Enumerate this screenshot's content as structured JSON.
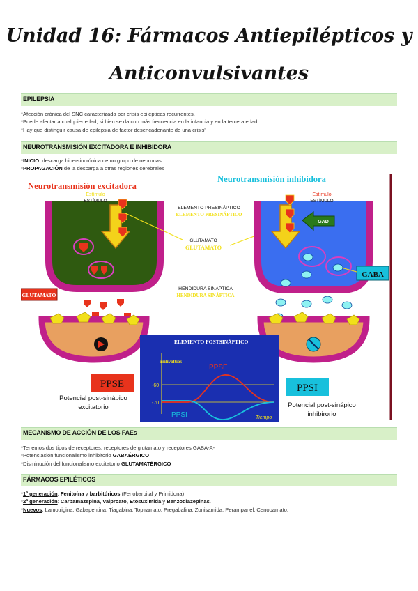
{
  "title": {
    "line1": "Unidad 16: Fármacos Antiepilépticos y",
    "line2": "Anticonvulsivantes"
  },
  "sections": {
    "epilepsia": {
      "heading": "EPILEPSIA",
      "lines": [
        "*Afección crónica del SNC caracterizada por crisis epilépticas recurrentes.",
        "*Puede afectar a cualquier edad, si bien se da con más frecuencia en la infancia y en la tercera edad.",
        "*Hay que distinguir causa de epilepsia de factor desencadenante de una crisis\""
      ]
    },
    "neurotransmision": {
      "heading": "NEUROTRANSMISIÓN EXCITADORA E INHIBIDORA",
      "inicio_label": "INICIO",
      "inicio_text": ": descarga hipersincrónica de un grupo de neuronas",
      "propagacion_label": "PROPAGACIÓN",
      "propagacion_text": " de la descarga a otras regiones cerebrales"
    },
    "mecanismo": {
      "heading": "MECANISMO DE ACCIÓN DE LOS FAEs",
      "line1": "*Tenemos dos tipos de receptores: receptores de glutamato y receptores GABA-A-",
      "line2_text": "*Potenciación funcionalismo inhibitorio ",
      "line2_bold": "GABAÉRGICO",
      "line3_text": "*Disminución del funcionalismo excitatorio ",
      "line3_bold": "GLUTAMATÉRGICO"
    },
    "farmacos": {
      "heading": "FÁRMACOS EPILÉTICOS",
      "gen1_label": "1ª generación",
      "gen1_drug1": "Fenitoína",
      "gen1_and": " y ",
      "gen1_drug2": "barbitúricos",
      "gen1_extra": " (Fenobarbital y Primidona)",
      "gen2_label": "2ª generación",
      "gen2_drugs": "Carbamazepina, Valproato, Etosuximida",
      "gen2_and": " y ",
      "gen2_last": "Benzodiazepinas",
      "nuevos_label": "Nuevos",
      "nuevos_text": ": Lamotrigina, Gabapentina, Tiagabina, Topiramato, Pregabalina, Zonisamida, Perampanel, Cenobamato."
    }
  },
  "diagram": {
    "title_excitadora": "Neurotransmisión excitadora",
    "title_inhibidora": "Neurotransmisión inhibidora",
    "estimulo_es": "Estímulo",
    "estimulo_caps": "ESTÍMULO",
    "presinaptico_caps": "ELEMENTO PRESINÁPTICO",
    "presinaptico_yellow": "ELEMENTO PRESINÁPTICO",
    "glutamato_small": "GLUTAMATO",
    "glutamato_yellow": "GLUTAMATO",
    "glutamato_box": "GLUTAMATO",
    "hendidura_caps": "HENDIDURA SINÁPTICA",
    "hendidura_yellow": "HENDIDURA SINÁPTICA",
    "gad": "GAD",
    "gaba": "GABA",
    "postsinaptico": "ELEMENTO POSTSINÁPTICO",
    "milivoltios": "milivoltios",
    "tiempo": "Tiempo",
    "ppse": "PPSE",
    "ppsi": "PPSI",
    "tick_60": "-60",
    "tick_70": "-70",
    "ppse_box": "PPSE",
    "ppsi_box": "PPSI",
    "ppse_caption1": "Potencial post-sinápico",
    "ppse_caption2": "excitatorio",
    "ppsi_caption1": "Potencial post-sinápico",
    "ppsi_caption2": "inhibirorio",
    "colors": {
      "excit_red": "#e8331c",
      "inhib_cyan": "#18c0dc",
      "neuron_green": "#2f5a10",
      "neuron_blue": "#3a6ef0",
      "graph_bg": "#1a2fb0",
      "synapse_yellow": "#f2e01a",
      "magenta": "#c0208a"
    }
  }
}
